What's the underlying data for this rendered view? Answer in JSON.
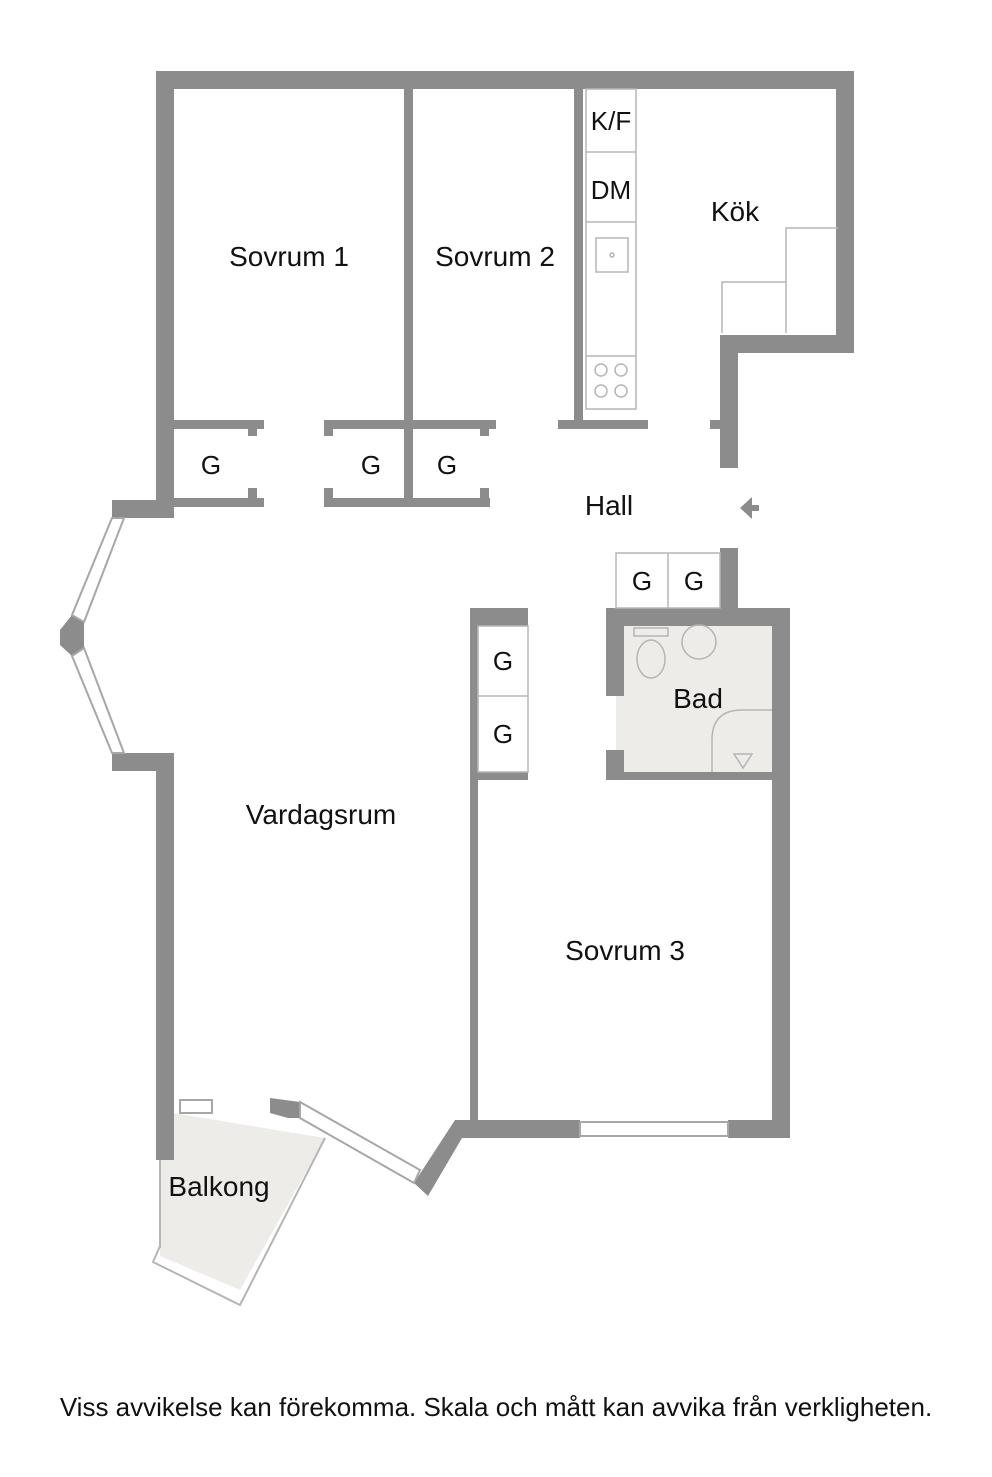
{
  "rooms": {
    "sovrum1": "Sovrum 1",
    "sovrum2": "Sovrum 2",
    "kok": "Kök",
    "hall": "Hall",
    "vardagsrum": "Vardagsrum",
    "sovrum3": "Sovrum 3",
    "bad": "Bad",
    "balkong": "Balkong"
  },
  "fixtures": {
    "fridge_freezer": "K/F",
    "dishwasher": "DM",
    "wardrobe": "G"
  },
  "disclaimer": "Viss avvikelse kan förekomma. Skala och mått kan avvika från verkligheten.",
  "colors": {
    "wall": "#8c8c8d",
    "bathroom_floor": "#eeece8",
    "balcony_floor": "#eeece8",
    "fixture_line": "#b5b5b5"
  }
}
